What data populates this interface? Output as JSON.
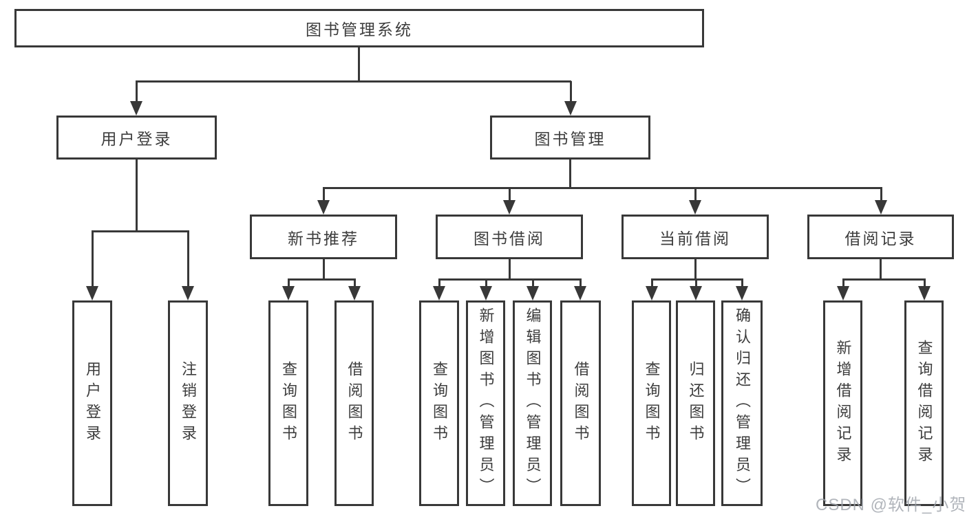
{
  "tree": {
    "label": "图书管理系统",
    "children": [
      {
        "label": "用户登录",
        "children": [
          {
            "label": "用户登录"
          },
          {
            "label": "注销登录"
          }
        ]
      },
      {
        "label": "图书管理",
        "children": [
          {
            "label": "新书推荐",
            "children": [
              {
                "label": "查询图书"
              },
              {
                "label": "借阅图书"
              }
            ]
          },
          {
            "label": "图书借阅",
            "children": [
              {
                "label": "查询图书"
              },
              {
                "label": "新增图书（管理员）"
              },
              {
                "label": "编辑图书（管理员）"
              },
              {
                "label": "借阅图书"
              }
            ]
          },
          {
            "label": "当前借阅",
            "children": [
              {
                "label": "查询图书"
              },
              {
                "label": "归还图书"
              },
              {
                "label": "确认归还（管理员）"
              }
            ]
          },
          {
            "label": "借阅记录",
            "children": [
              {
                "label": "新增借阅记录"
              },
              {
                "label": "查询借阅记录"
              }
            ]
          }
        ]
      }
    ]
  },
  "watermark": {
    "text": "CSDN @软件_小贺同学"
  },
  "colors": {
    "line": "#383838",
    "text": "#3d3d3d",
    "watermark": "#a0a4aa",
    "background": "#ffffff"
  }
}
